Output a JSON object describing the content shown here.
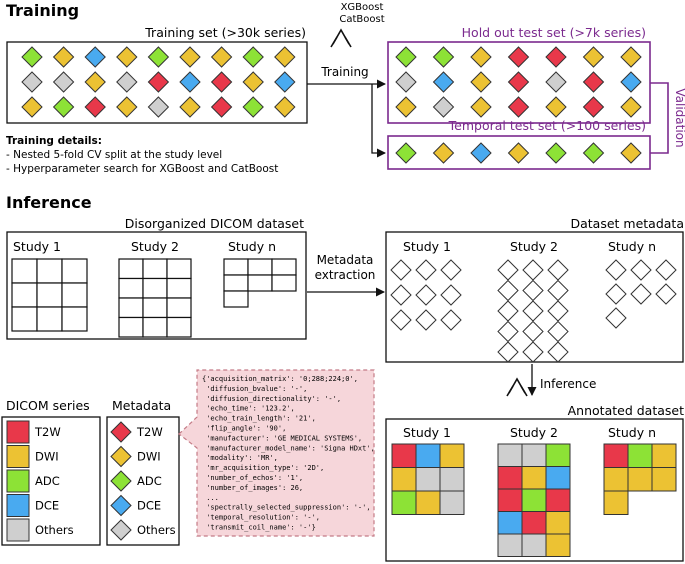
{
  "colors": {
    "T2W": "#e8384a",
    "DWI": "#ecc233",
    "ADC": "#8de236",
    "DCE": "#49aaf0",
    "Others": "#cfcfcf",
    "purple": "#7b2a8e",
    "note_fill": "#f6d6da",
    "note_stroke": "#c47b86"
  },
  "training": {
    "heading": "Training",
    "train_set_title": "Training set (>30k series)",
    "models": [
      "XGBoost",
      "CatBoost"
    ],
    "arrow_label": "Training",
    "holdout_title": "Hold out test set (>7k series)",
    "temporal_title": "Temporal test set (>100 series)",
    "validation_label": "Validation",
    "details_title": "Training details:",
    "details": [
      "- Nested  5-fold CV split at the study level",
      "- Hyperparameter search for XGBoost and CatBoost"
    ],
    "train_grid": [
      [
        "ADC",
        "DWI",
        "DCE",
        "DWI",
        "ADC",
        "DWI",
        "DWI",
        "ADC",
        "DWI"
      ],
      [
        "Others",
        "Others",
        "DWI",
        "Others",
        "T2W",
        "DCE",
        "T2W",
        "DWI",
        "DCE"
      ],
      [
        "DWI",
        "ADC",
        "T2W",
        "DWI",
        "Others",
        "DWI",
        "T2W",
        "ADC",
        "DWI"
      ]
    ],
    "holdout_grid": [
      [
        "ADC",
        "ADC",
        "DWI",
        "T2W",
        "T2W",
        "DWI",
        "DWI"
      ],
      [
        "Others",
        "DCE",
        "DWI",
        "T2W",
        "Others",
        "T2W",
        "DCE"
      ],
      [
        "DWI",
        "Others",
        "DWI",
        "T2W",
        "DWI",
        "T2W",
        "DWI"
      ]
    ],
    "temporal_row": [
      "ADC",
      "DWI",
      "DCE",
      "DWI",
      "ADC",
      "ADC",
      "DWI"
    ]
  },
  "inference": {
    "heading": "Inference",
    "disorganized_title": "Disorganized DICOM dataset",
    "studies": [
      "Study 1",
      "Study 2",
      "Study n"
    ],
    "metadata_arrow_label": [
      "Metadata",
      "extraction"
    ],
    "dataset_metadata_title": "Dataset metadata",
    "inference_label": "Inference",
    "annotated_title": "Annotated dataset",
    "annotated_study1": [
      [
        "T2W",
        "DCE",
        "DWI"
      ],
      [
        "DWI",
        "Others",
        "Others"
      ],
      [
        "ADC",
        "DWI",
        "Others"
      ]
    ],
    "annotated_study2": [
      [
        "Others",
        "Others",
        "ADC"
      ],
      [
        "T2W",
        "DWI",
        "DCE"
      ],
      [
        "T2W",
        "ADC",
        "T2W"
      ],
      [
        "DCE",
        "T2W",
        "DWI"
      ],
      [
        "Others",
        "Others",
        "DWI"
      ]
    ],
    "annotated_studyn": [
      [
        "T2W",
        "ADC",
        "DWI"
      ],
      [
        "DWI",
        "DWI",
        "DWI"
      ],
      [
        "DWI",
        null,
        null
      ]
    ]
  },
  "legends": {
    "dicom_title": "DICOM series",
    "metadata_title": "Metadata",
    "items": [
      "T2W",
      "DWI",
      "ADC",
      "DCE",
      "Others"
    ]
  },
  "metadata_note": [
    "{'acquisition_matrix': '0;288;224;0',",
    " 'diffusion_bvalue': '-',",
    " 'diffusion_directionality': '-',",
    " 'echo_time': '123.2',",
    " 'echo_train_length': '21',",
    " 'flip_angle': '90',",
    " 'manufacturer': 'GE MEDICAL SYSTEMS',",
    " 'manufacturer_model_name': 'Signa HDxt',",
    " 'modality': 'MR',",
    " 'mr_acquisition_type': '2D',",
    " 'number_of_echos': '1',",
    " 'number_of_images': 26,",
    " ...",
    " 'spectrally_selected_suppression': '-',",
    " 'temporal_resolution': '-',",
    " 'transmit_coil_name': '-'}"
  ]
}
